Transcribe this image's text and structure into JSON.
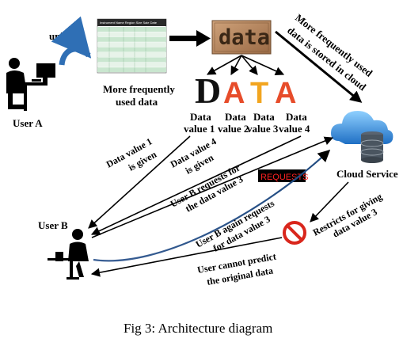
{
  "actors": {
    "user_a": "User A",
    "user_b": "User B",
    "cloud": "Cloud Service"
  },
  "labels": {
    "uploads": "uploads",
    "more_frequently_line1": "More frequently",
    "more_frequently_line2": "used data",
    "data_block": "data",
    "big_data": [
      "D",
      "A",
      "T",
      "A"
    ],
    "cloud_arrow_line1": "More frequently used",
    "cloud_arrow_line2": "data is stored in cloud",
    "values": [
      {
        "line1": "Data",
        "line2": "value 1"
      },
      {
        "line1": "Data",
        "line2": "value 2"
      },
      {
        "line1": "Data",
        "line2": "value 3"
      },
      {
        "line1": "Data",
        "line2": "value 4"
      }
    ],
    "dv1_given_line1": "Data value 1",
    "dv1_given_line2": "is given",
    "dv4_given_line1": "Data value 4",
    "dv4_given_line2": "is given",
    "ub_requests_line1": "User B requests for",
    "ub_requests_line2": "the data value 3",
    "requests_sign": "REQUESTS",
    "ub_again_line1": "User B again requests",
    "ub_again_line2": "for data value 3",
    "restricts_line1": "Restricts for giving",
    "restricts_line2": "data value 3",
    "cannot_line1": "User cannot predict",
    "cannot_line2": "the original data"
  },
  "caption": "Fig 3:  Architecture diagram",
  "colors": {
    "table_green": "#1f8f3a",
    "big_d": "#111111",
    "big_a": "#e74c2a",
    "big_t": "#f2a51f",
    "cloud": "#3a8fd8",
    "requests_red": "#ff2222",
    "no_sign": "#d9261c"
  }
}
